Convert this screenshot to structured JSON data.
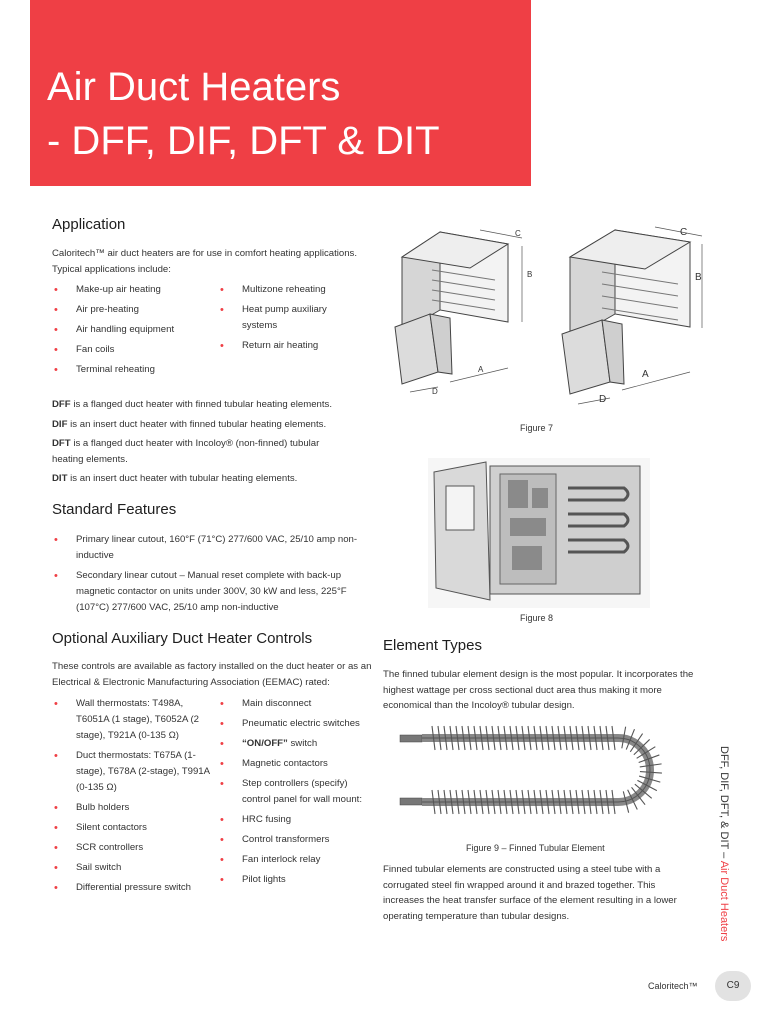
{
  "title": {
    "line1": "Air Duct Heaters",
    "line2": "- DFF, DIF, DFT & DIT"
  },
  "application": {
    "heading": "Application",
    "intro": "Caloritech™ air duct heaters are for use in comfort heating applications. Typical applications include:",
    "list_left": [
      "Make-up air heating",
      "Air pre-heating",
      "Air handling equipment",
      "Fan coils",
      "Terminal reheating"
    ],
    "list_right": [
      "Multizone reheating",
      "Heat pump auxiliary systems",
      "Return air heating"
    ],
    "definitions": [
      {
        "code": "DFF",
        "text": " is a flanged duct heater with finned tubular heating elements."
      },
      {
        "code": "DIF",
        "text": " is an insert duct heater with finned tubular heating elements."
      },
      {
        "code": "DFT",
        "text": " is a flanged duct heater with Incoloy® (non-finned) tubular heating elements."
      },
      {
        "code": "DIT",
        "text": " is an insert duct heater with tubular heating elements."
      }
    ]
  },
  "standard_features": {
    "heading": "Standard Features",
    "items": [
      "Primary linear cutout, 160°F (71°C) 277/600 VAC, 25/10 amp non-inductive",
      "Secondary linear cutout – Manual reset complete with back-up magnetic contactor on units under 300V, 30 kW and less, 225°F (107°C) 277/600 VAC, 25/10 amp non-inductive"
    ]
  },
  "optional_controls": {
    "heading": "Optional Auxiliary Duct Heater Controls",
    "intro": "These controls are available as factory installed on the duct heater or as an Electrical & Electronic Manufacturing Association (EEMAC) rated:",
    "list_left": [
      "Wall thermostats: T498A, T6051A (1 stage), T6052A (2 stage), T921A (0-135 Ω)",
      "Duct thermostats: T675A (1-stage), T678A (2-stage), T991A (0-135 Ω)",
      "Bulb holders",
      "Silent contactors",
      "SCR controllers",
      "Sail switch",
      "Differential pressure switch"
    ],
    "list_right": [
      "Main disconnect",
      "Pneumatic electric switches",
      {
        "bold": "“ON/OFF”",
        "rest": " switch"
      },
      "Magnetic contactors",
      "Step controllers (specify) control panel for wall mount:",
      "HRC fusing",
      "Control transformers",
      "Fan interlock relay",
      "Pilot lights"
    ]
  },
  "figures": {
    "fig7": {
      "caption": "Figure 7",
      "labels": {
        "a": "A",
        "b": "B",
        "c": "C",
        "d": "D"
      }
    },
    "fig8": {
      "caption": "Figure 8"
    },
    "fig9": {
      "caption": "Figure 9 – Finned Tubular Element"
    }
  },
  "element_types": {
    "heading": "Element Types",
    "para1": "The finned tubular element design is the most popular. It incorporates the highest wattage per cross sectional duct area thus making it more economical than the Incoloy® tubular design.",
    "para2": "Finned tubular elements are constructed using a steel tube with a corrugated steel fin wrapped around it and brazed together. This increases the heat transfer surface of the element resulting in a lower operating temperature than tubular designs."
  },
  "side_label": {
    "codes": "DFF, DIF, DFT, & DIT – ",
    "name": "Air Duct Heaters"
  },
  "footer": {
    "brand": "Caloritech™",
    "page": "C9"
  },
  "colors": {
    "accent": "#ef3f45"
  }
}
